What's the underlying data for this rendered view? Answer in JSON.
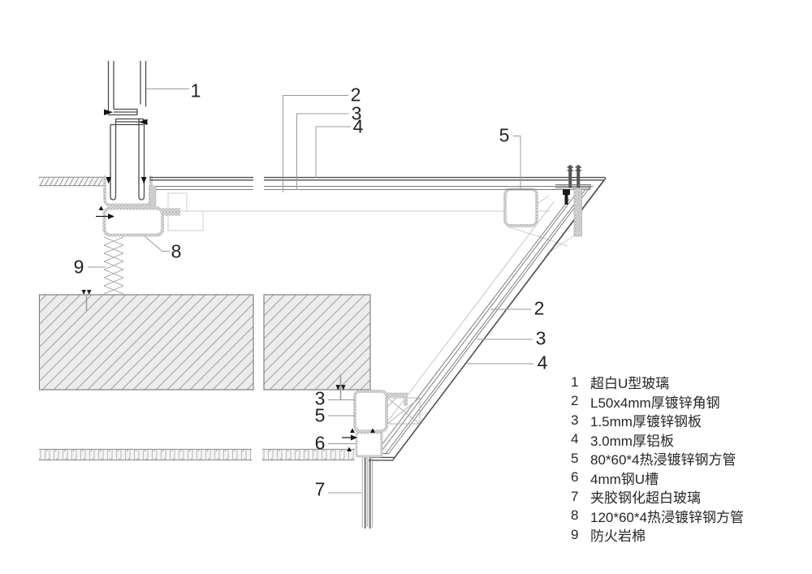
{
  "drawing": {
    "kind": "construction-detail-section",
    "colors": {
      "background": "#ffffff",
      "line_dark": "#4a4a4a",
      "line_mid": "#7d7d7d",
      "line_light": "#c6c6c6",
      "hatch_fill": "#ececec",
      "sealant_black": "#141414",
      "text": "#262626"
    }
  },
  "callouts": [
    {
      "label": "1"
    },
    {
      "label": "2"
    },
    {
      "label": "3"
    },
    {
      "label": "4"
    },
    {
      "label": "5"
    },
    {
      "label": "8"
    },
    {
      "label": "9"
    },
    {
      "label": "2"
    },
    {
      "label": "3"
    },
    {
      "label": "4"
    },
    {
      "label": "3"
    },
    {
      "label": "5"
    },
    {
      "label": "6"
    },
    {
      "label": "7"
    }
  ],
  "legend": {
    "items": [
      {
        "num": "1",
        "text": "超白U型玻璃"
      },
      {
        "num": "2",
        "text": "L50x4mm厚镀锌角钢"
      },
      {
        "num": "3",
        "text": "1.5mm厚镀锌钢板"
      },
      {
        "num": "4",
        "text": "3.0mm厚铝板"
      },
      {
        "num": "5",
        "text": "80*60*4热浸镀锌钢方管"
      },
      {
        "num": "6",
        "text": "4mm钢U槽"
      },
      {
        "num": "7",
        "text": "夹胶钢化超白玻璃"
      },
      {
        "num": "8",
        "text": "120*60*4热浸镀锌钢方管"
      },
      {
        "num": "9",
        "text": "防火岩棉"
      }
    ]
  }
}
